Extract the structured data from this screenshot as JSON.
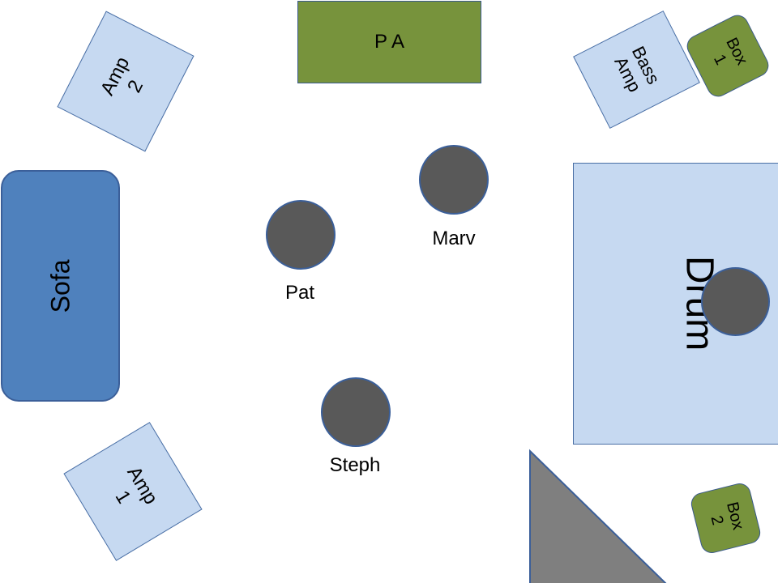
{
  "shapes": {
    "pa": {
      "label": "P A"
    },
    "amp2": {
      "label": "Amp\n2"
    },
    "bass_amp": {
      "label": "Bass\nAmp"
    },
    "box1": {
      "label": "Box\n1"
    },
    "sofa": {
      "label": "Sofa"
    },
    "drum": {
      "label": "Drum"
    },
    "amp1": {
      "label": "Amp\n1"
    },
    "box2": {
      "label": "Box\n2"
    }
  },
  "people": {
    "marv": {
      "label": "Marv"
    },
    "pat": {
      "label": "Pat"
    },
    "steph": {
      "label": "Steph"
    }
  },
  "colors": {
    "light_blue_fill": "#c6d9f1",
    "sofa_fill": "#4f81bd",
    "green_fill": "#77933c",
    "person_fill": "#595959",
    "triangle_fill": "#7f7f7f",
    "outline": "#3b5f99"
  }
}
